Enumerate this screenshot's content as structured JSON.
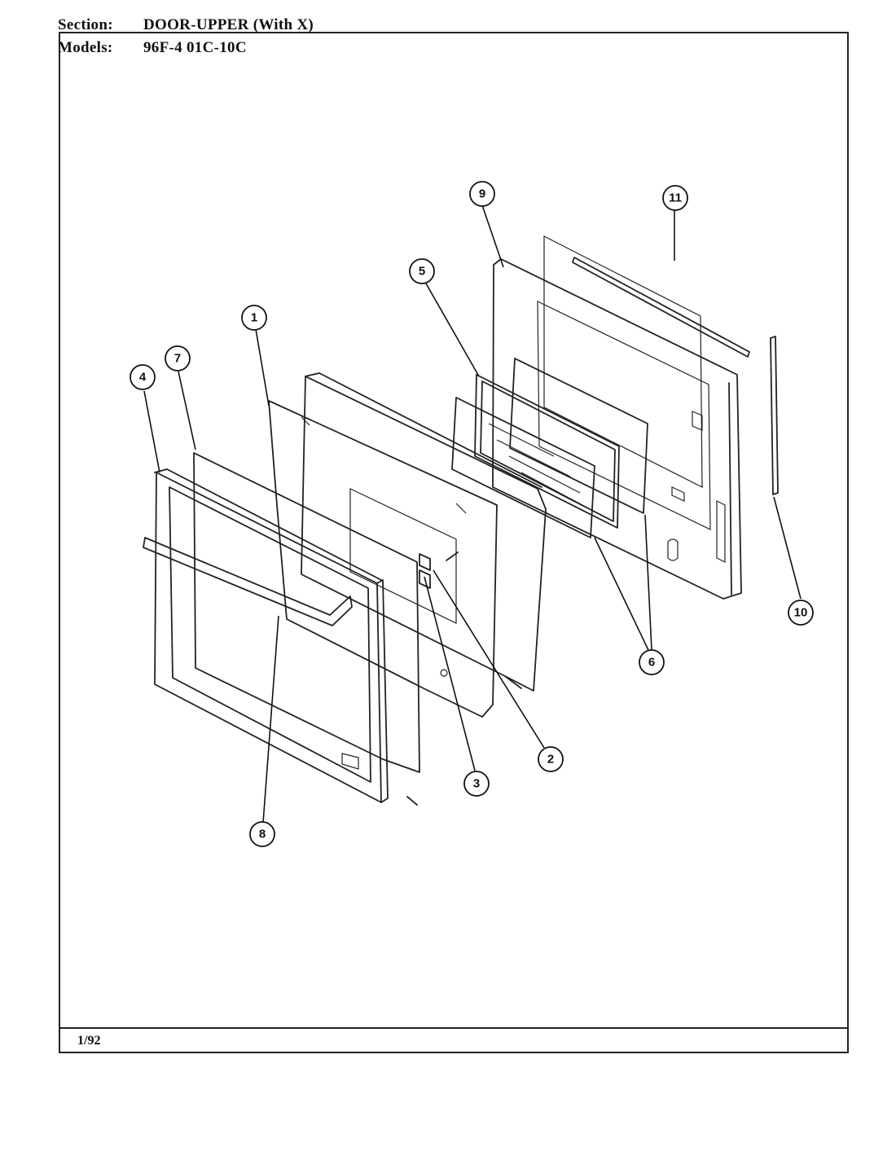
{
  "header": {
    "section_label": "Section:",
    "section_value": "DOOR-UPPER (With X)",
    "models_label": "Models:",
    "models_value": "96F-4  01C-10C"
  },
  "footer": {
    "date_code": "1/92"
  },
  "callouts": [
    "1",
    "2",
    "3",
    "4",
    "5",
    "6",
    "7",
    "8",
    "9",
    "10",
    "11"
  ]
}
